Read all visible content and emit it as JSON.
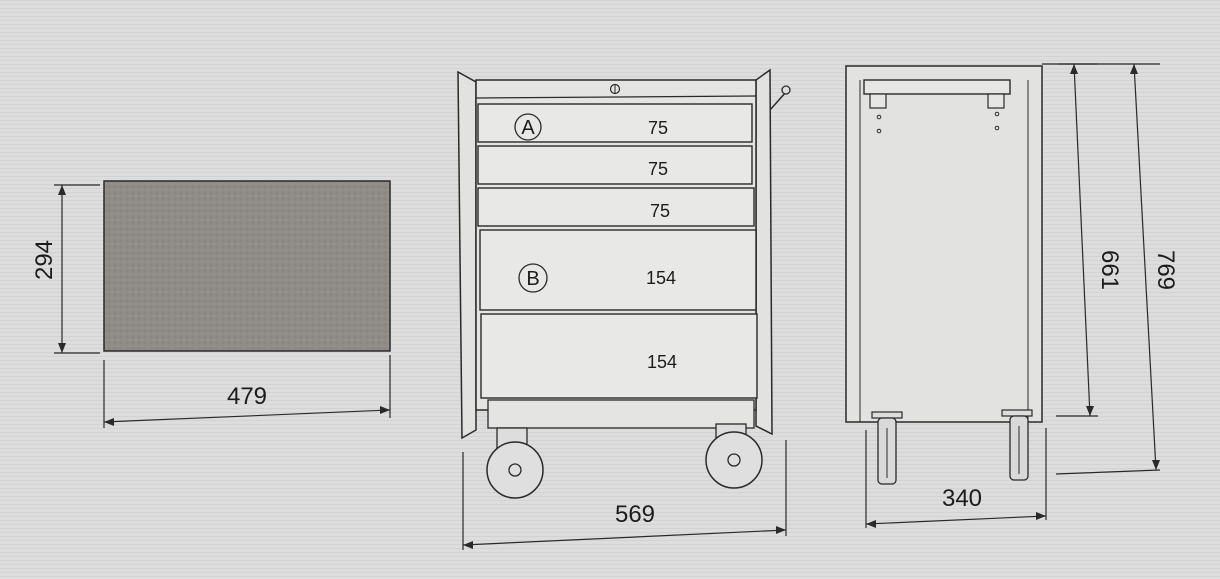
{
  "top_view": {
    "depth_label": "294",
    "width_label": "479"
  },
  "front_view": {
    "drawers": [
      {
        "marker": "A",
        "height_label": "75"
      },
      {
        "marker": "",
        "height_label": "75"
      },
      {
        "marker": "",
        "height_label": "75"
      },
      {
        "marker": "B",
        "height_label": "154"
      },
      {
        "marker": "",
        "height_label": "154"
      }
    ],
    "width_label": "569"
  },
  "side_view": {
    "depth_label": "340",
    "body_height_label": "661",
    "total_height_label": "769"
  },
  "colors": {
    "background": "#dcdddc",
    "line": "#2a2a2a",
    "drawer_fill": "#e6e6e4",
    "panel_fill": "#8e8b87"
  },
  "icons": [
    "lock-icon",
    "handle-lever-icon",
    "caster-wheel-icon"
  ]
}
